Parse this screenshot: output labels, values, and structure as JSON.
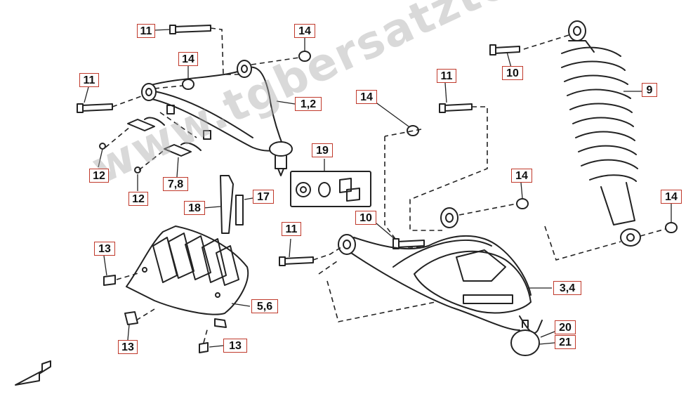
{
  "diagram": {
    "callouts": {
      "c11a": "11",
      "c14a": "14",
      "c14b": "14",
      "c11b": "11",
      "c12a": "12",
      "c12b": "12",
      "c78": "7,8",
      "c12p": "1,2",
      "c14c": "14",
      "c19": "19",
      "c18": "18",
      "c17": "17",
      "c10a": "10",
      "c11c": "11",
      "c11d": "11",
      "c10b": "10",
      "c9": "9",
      "c14d": "14",
      "c14e": "14",
      "c13a": "13",
      "c56": "5,6",
      "c13b": "13",
      "c13c": "13",
      "c34": "3,4",
      "c20": "20",
      "c21": "21"
    },
    "watermark": "www.tgbersatzteile.de"
  },
  "colors": {
    "callout_border": "#c0392b",
    "line": "#222222"
  }
}
